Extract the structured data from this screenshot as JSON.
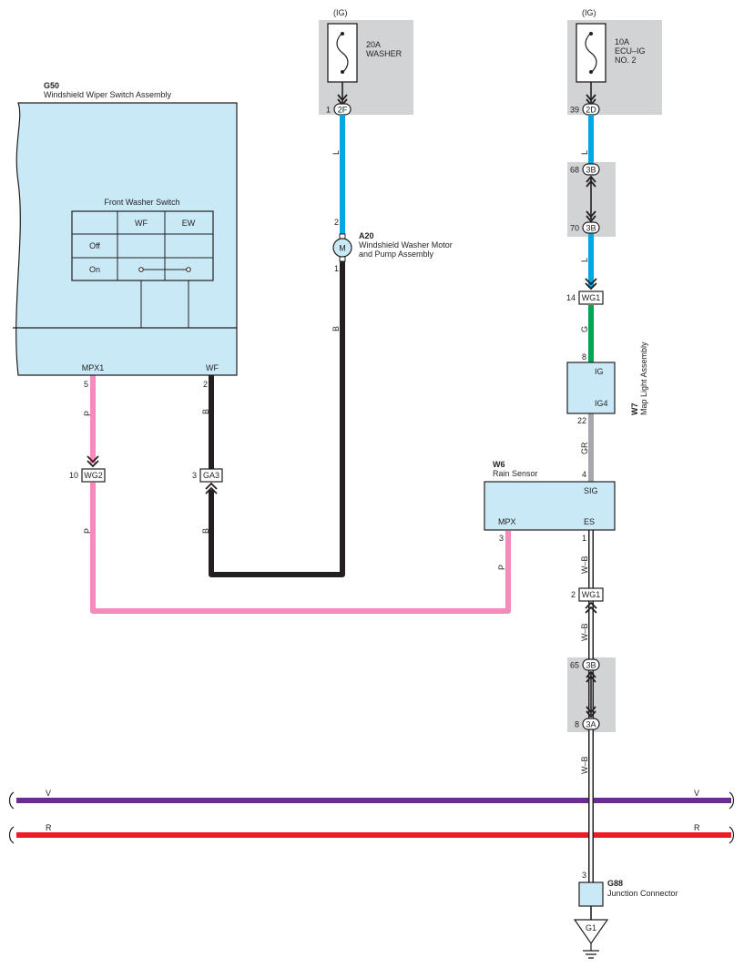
{
  "colors": {
    "box_fill": "#c9e9f6",
    "fuse_fill": "#d2d3d4",
    "wire_L": "#00a7e1",
    "wire_B": "#231f20",
    "wire_P": "#f48bbc",
    "wire_G": "#00a651",
    "wire_GR": "#a6a8ab",
    "wire_V": "#6a2c91",
    "wire_R": "#ed1c24",
    "wire_WB": "#ffffff"
  },
  "fuse_washer": {
    "circuit": "(IG)",
    "rating": "20A",
    "name": "WASHER",
    "pin": "1",
    "connector": "2F"
  },
  "fuse_ecu": {
    "circuit": "(IG)",
    "rating": "10A",
    "name1": "ECU–IG",
    "name2": "NO. 2",
    "pin": "39",
    "connector": "2D"
  },
  "g50": {
    "id": "G50",
    "name": "Windshield Wiper Switch Assembly",
    "switch_title": "Front Washer Switch",
    "col_wf": "WF",
    "col_ew": "EW",
    "row_off": "Off",
    "row_on": "On",
    "term_mpx1": "MPX1",
    "term_wf": "WF",
    "pin_mpx1": "5",
    "pin_wf": "2"
  },
  "a20": {
    "id": "A20",
    "name1": "Windshield Washer Motor",
    "name2": "and Pump Assembly",
    "motor": "M",
    "pin_in": "2",
    "pin_out": "1"
  },
  "wire_labels": {
    "L": "L",
    "B": "B",
    "P": "P",
    "G": "G",
    "GR": "GR",
    "WB": "W–B",
    "V": "V",
    "R": "R"
  },
  "connectors": {
    "wg2": {
      "pin": "10",
      "name": "WG2"
    },
    "ga3": {
      "pin": "3",
      "name": "GA3"
    },
    "j3b_68": {
      "pin": "68",
      "name": "3B"
    },
    "j3b_70": {
      "pin": "70",
      "name": "3B"
    },
    "wg1_14": {
      "pin": "14",
      "name": "WG1"
    },
    "wg1_2": {
      "pin": "2",
      "name": "WG1"
    },
    "j3b_65": {
      "pin": "65",
      "name": "3B"
    },
    "j3a_8": {
      "pin": "8",
      "name": "3A"
    }
  },
  "w7": {
    "id": "W7",
    "name": "Map Light Assembly",
    "term_ig": "IG",
    "term_ig4": "IG4",
    "pin_ig": "8",
    "pin_ig4": "22"
  },
  "w6": {
    "id": "W6",
    "name": "Rain Sensor",
    "term_sig": "SIG",
    "term_mpx": "MPX",
    "term_es": "ES",
    "pin_sig": "4",
    "pin_mpx": "3",
    "pin_es": "1"
  },
  "g88": {
    "id": "G88",
    "name": "Junction Connector",
    "pin": "3"
  },
  "ground": {
    "label": "G1"
  }
}
